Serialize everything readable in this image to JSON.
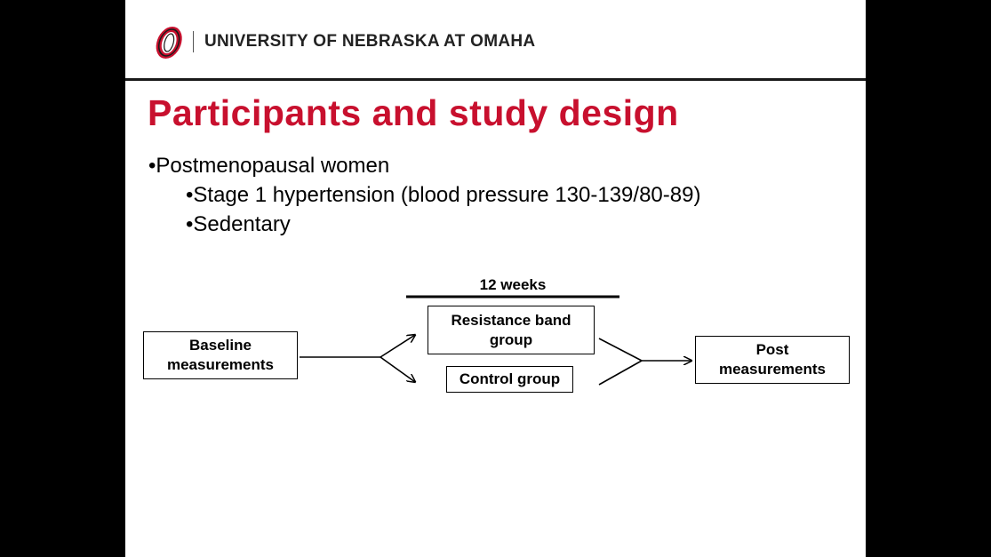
{
  "header": {
    "logo_icon": "uno-o-logo-icon",
    "university_name": "UNIVERSITY OF NEBRASKA AT OMAHA"
  },
  "slide": {
    "title": "Participants and study design",
    "bullets": [
      "•Postmenopausal women",
      "•Stage 1 hypertension (blood pressure 130-139/80-89)",
      "•Sedentary"
    ]
  },
  "diagram": {
    "duration_label": "12 weeks",
    "baseline": "Baseline measurements",
    "resistance_group": "Resistance band group",
    "control_group": "Control group",
    "post": "Post measurements"
  },
  "colors": {
    "title_red": "#c8102e",
    "text": "#000000",
    "background": "#ffffff",
    "letterbox": "#000000"
  }
}
